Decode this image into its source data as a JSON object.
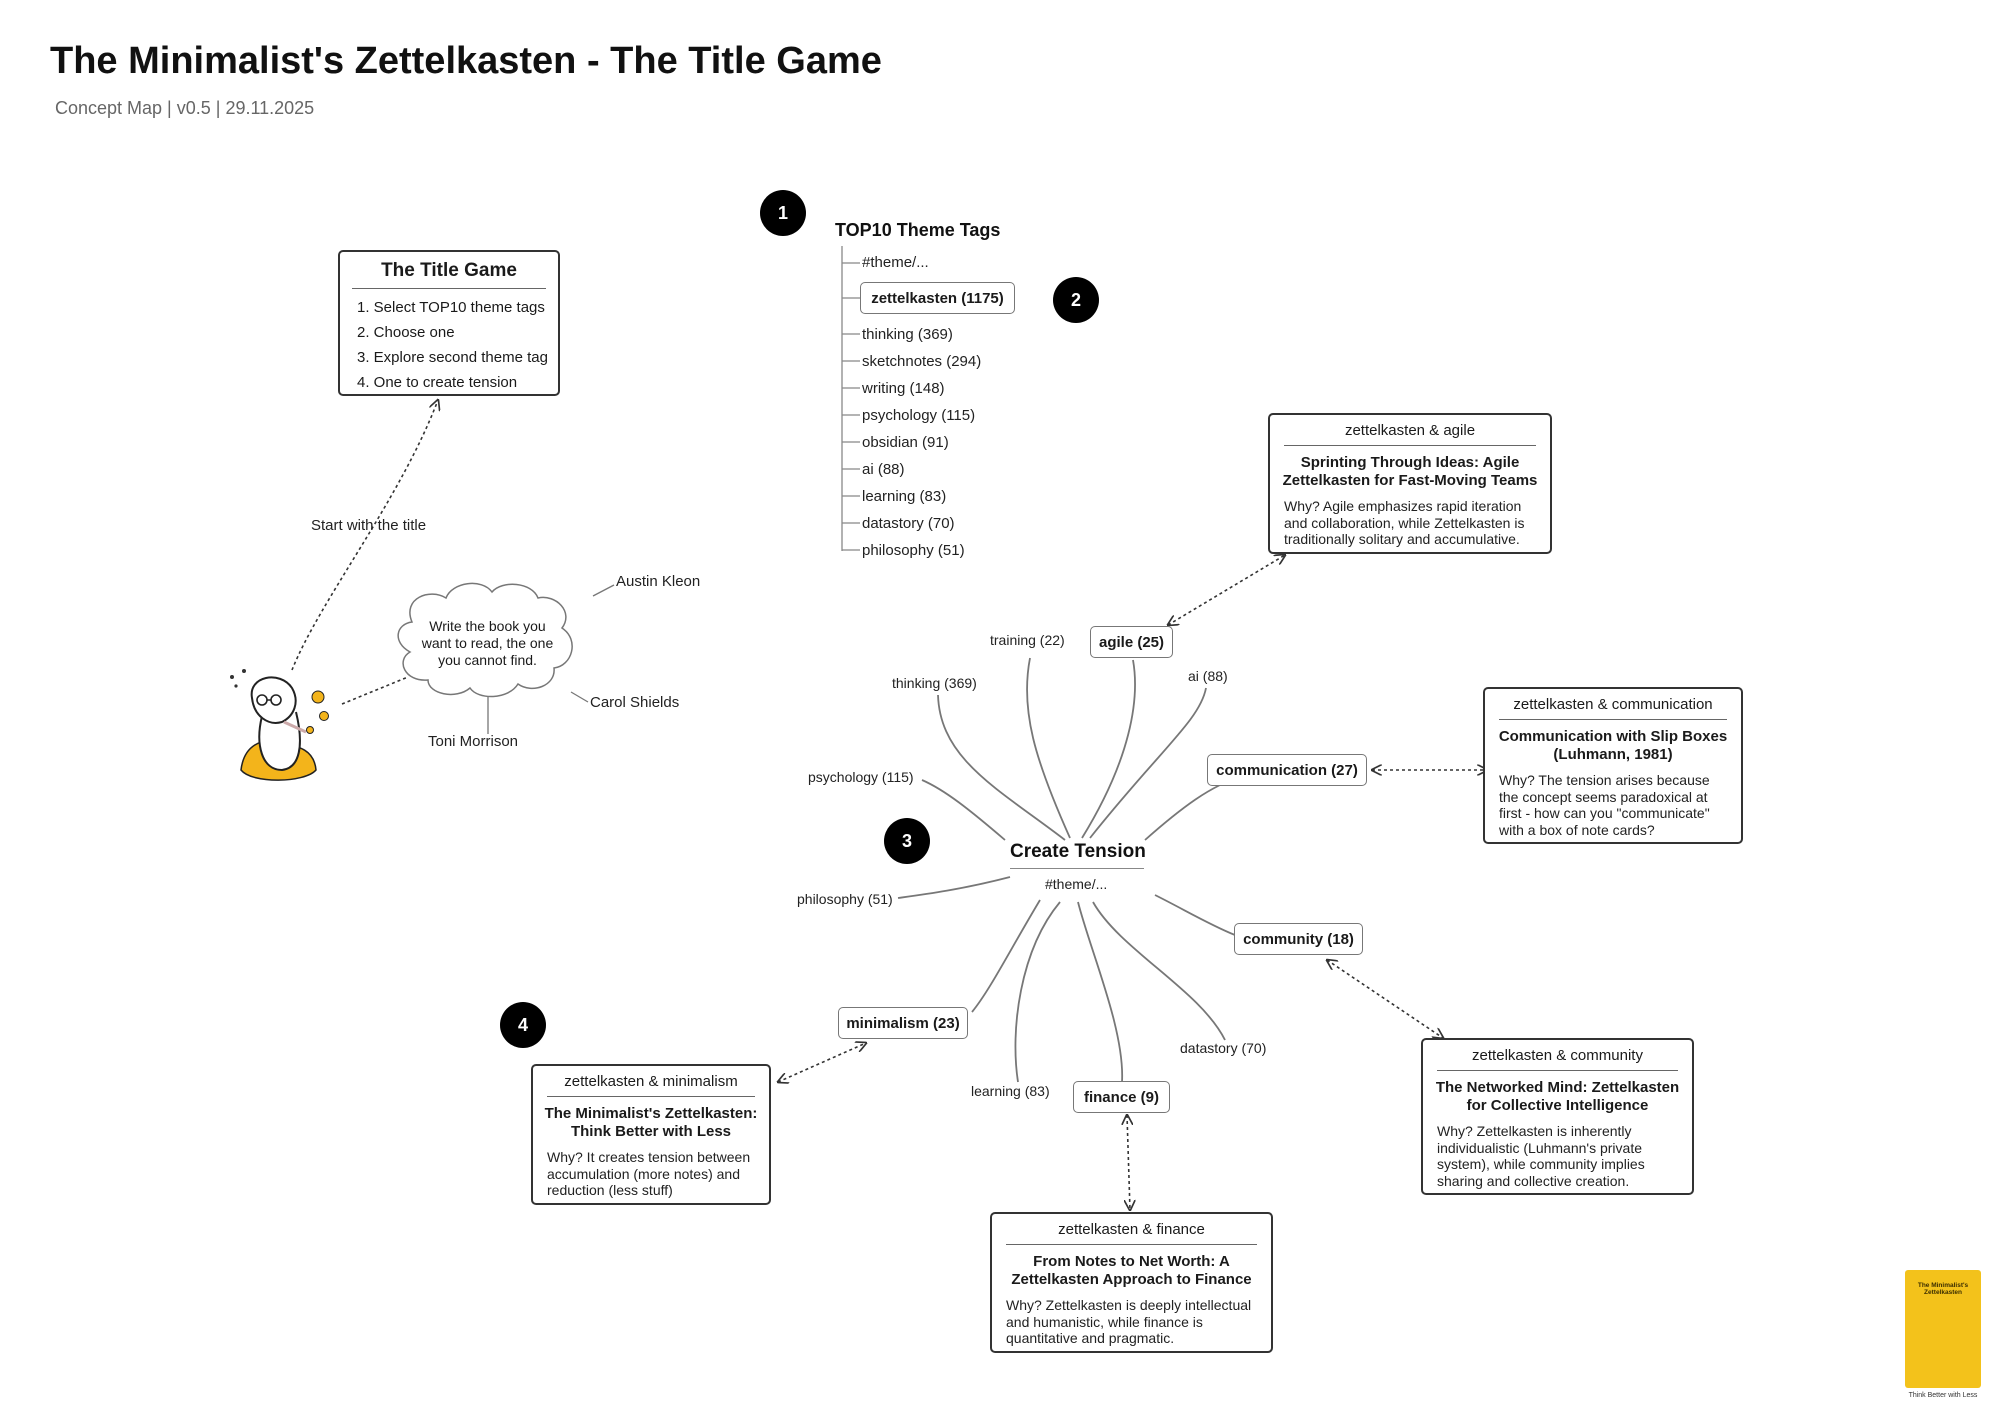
{
  "header": {
    "title": "The Minimalist's Zettelkasten - The Title Game",
    "subtitle": "Concept Map | v0.5 | 29.11.2025"
  },
  "badges": [
    "1",
    "2",
    "3",
    "4"
  ],
  "title_game": {
    "title": "The Title Game",
    "steps": [
      "1. Select TOP10 theme tags",
      "2. Choose one",
      "3. Explore second theme tag",
      "4. One to create tension"
    ],
    "arrow_label": "Start with the title"
  },
  "quote": {
    "text": "Write the book you want to read, the one you cannot find.",
    "authors": [
      "Austin Kleon",
      "Carol Shields",
      "Toni Morrison"
    ]
  },
  "top10": {
    "title": "TOP10 Theme Tags",
    "prefix": "#theme/...",
    "selected": "zettelkasten (1175)",
    "tags": [
      "thinking (369)",
      "sketchnotes (294)",
      "writing (148)",
      "psychology (115)",
      "obsidian (91)",
      "ai (88)",
      "learning (83)",
      "datastory (70)",
      "philosophy (51)"
    ]
  },
  "tension": {
    "title": "Create Tension",
    "prefix": "#theme/...",
    "plain_tags": [
      "training (22)",
      "thinking (369)",
      "ai (88)",
      "psychology (115)",
      "philosophy (51)",
      "learning (83)",
      "datastory (70)"
    ],
    "boxed_tags": [
      "agile (25)",
      "communication (27)",
      "community (18)",
      "minimalism (23)",
      "finance (9)"
    ]
  },
  "cards": [
    {
      "head": "zettelkasten & agile",
      "title": "Sprinting Through Ideas: Agile Zettelkasten for Fast-Moving Teams",
      "why": "Why? Agile emphasizes rapid iteration and collaboration, while Zettelkasten is traditionally solitary and accumulative."
    },
    {
      "head": "zettelkasten & communication",
      "title": "Communication with Slip Boxes (Luhmann, 1981)",
      "why": "Why? The tension arises because the concept seems paradoxical at first - how can you \"communicate\" with a box of note cards?"
    },
    {
      "head": "zettelkasten & community",
      "title": "The Networked Mind: Zettelkasten for Collective Intelligence",
      "why": "Why? Zettelkasten is inherently individualistic (Luhmann's private system), while community implies sharing and collective creation."
    },
    {
      "head": "zettelkasten & finance",
      "title": "From Notes to Net Worth: A Zettelkasten Approach to Finance",
      "why": "Why? Zettelkasten is deeply intellectual and humanistic, while finance is quantitative and pragmatic."
    },
    {
      "head": "zettelkasten & minimalism",
      "title": "The Minimalist's Zettelkasten: Think Better with Less",
      "why": "Why? It creates tension between accumulation (more notes) and reduction (less stuff)"
    }
  ],
  "book": {
    "cover_title": "The Minimalist's Zettelkasten",
    "caption": "Think Better with Less"
  },
  "colors": {
    "accent": "#f3c21b",
    "line": "#777777",
    "box_border": "#333333",
    "badge": "#000000"
  }
}
